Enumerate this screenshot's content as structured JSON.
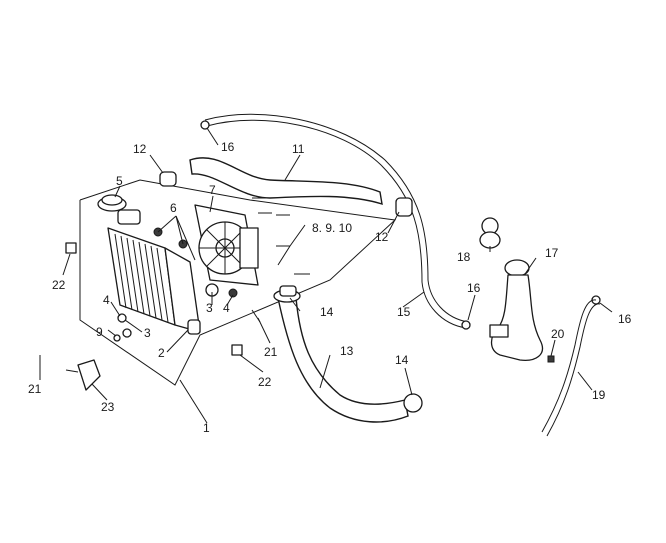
{
  "callouts": {
    "c1": "1",
    "c2": "2",
    "c3a": "3",
    "c3b": "3",
    "c4a": "4",
    "c4b": "4",
    "c5": "5",
    "c6": "6",
    "c7": "7",
    "c8910": "8. 9. 10",
    "c9": "9",
    "c11": "11",
    "c12a": "12",
    "c12b": "12",
    "c13": "13",
    "c14a": "14",
    "c14b": "14",
    "c15": "15",
    "c16a": "16",
    "c16b": "16",
    "c16c": "16",
    "c17": "17",
    "c18": "18",
    "c19": "19",
    "c20": "20",
    "c21a": "21",
    "c21b": "21",
    "c22a": "22",
    "c22b": "22",
    "c23": "23"
  }
}
